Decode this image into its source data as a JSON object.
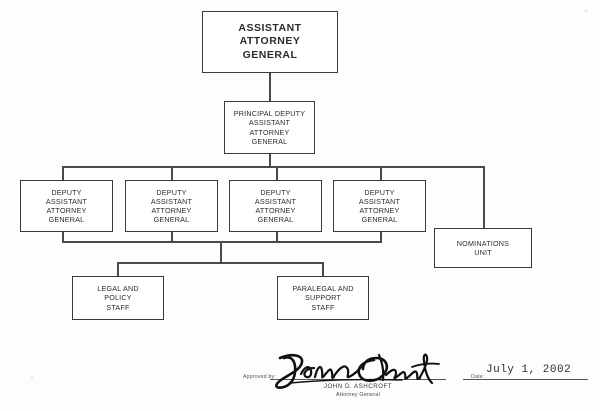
{
  "document": {
    "type": "organizational-chart",
    "org_chart": {
      "levels": [
        {
          "level": 1,
          "nodes": [
            {
              "id": "assistant-attorney-general",
              "label": "ASSISTANT\nATTORNEY\nGENERAL"
            }
          ]
        },
        {
          "level": 2,
          "nodes": [
            {
              "id": "principal-deputy-assistant-attorney-general",
              "label": "PRINCIPAL DEPUTY\nASSISTANT\nATTORNEY\nGENERAL"
            }
          ]
        },
        {
          "level": 3,
          "nodes": [
            {
              "id": "deputy-assistant-attorney-general-1",
              "label": "DEPUTY\nASSISTANT\nATTORNEY\nGENERAL"
            },
            {
              "id": "deputy-assistant-attorney-general-2",
              "label": "DEPUTY\nASSISTANT\nATTORNEY\nGENERAL"
            },
            {
              "id": "deputy-assistant-attorney-general-3",
              "label": "DEPUTY\nASSISTANT\nATTORNEY\nGENERAL"
            },
            {
              "id": "deputy-assistant-attorney-general-4",
              "label": "DEPUTY\nASSISTANT\nATTORNEY\nGENERAL"
            },
            {
              "id": "nominations-unit",
              "label": "NOMINATIONS\nUNIT"
            }
          ]
        },
        {
          "level": 4,
          "nodes": [
            {
              "id": "legal-and-policy-staff",
              "label": "LEGAL AND\nPOLICY\nSTAFF"
            },
            {
              "id": "paralegal-and-support-staff",
              "label": "PARALEGAL AND\nSUPPORT\nSTAFF"
            }
          ]
        }
      ]
    },
    "approval": {
      "approved_by_label": "Approved by:",
      "signatory_name": "JOHN D. ASHCROFT",
      "signatory_title": "Attorney General",
      "date_label": "Date:",
      "date_value": "July 1, 2002"
    },
    "colors": {
      "paper": "#fdfdfd",
      "box_border": "#3a3a3a",
      "connector": "#4a4a4a",
      "text": "#2b2b2b",
      "ink": "#101010"
    }
  }
}
